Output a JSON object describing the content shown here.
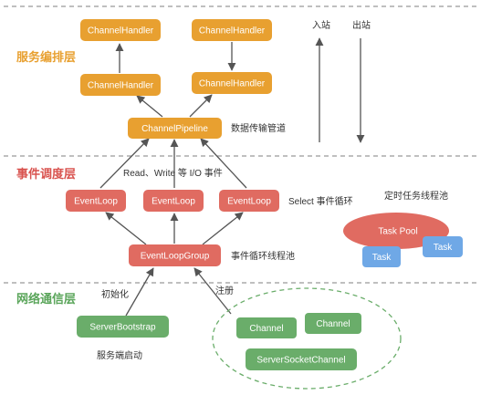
{
  "layers": {
    "service": "服务编排层",
    "event": "事件调度层",
    "network": "网络通信层"
  },
  "nodes": {
    "handler_top_left": "ChannelHandler",
    "handler_top_right": "ChannelHandler",
    "handler_mid_left": "ChannelHandler",
    "handler_mid_right": "ChannelHandler",
    "pipeline": "ChannelPipeline",
    "eventloop_1": "EventLoop",
    "eventloop_2": "EventLoop",
    "eventloop_3": "EventLoop",
    "eventloop_group": "EventLoopGroup",
    "server_bootstrap": "ServerBootstrap",
    "channel_1": "Channel",
    "channel_2": "Channel",
    "server_socket_channel": "ServerSocketChannel",
    "task_pool": "Task Pool",
    "task_1": "Task",
    "task_2": "Task"
  },
  "annotations": {
    "inbound": "入站",
    "outbound": "出站",
    "pipeline_desc": "数据传输管道",
    "io_events": "Read、Write 等 I/O 事件",
    "select_loop": "Select 事件循环",
    "timed_tasks": "定时任务线程池",
    "loop_thread_pool": "事件循环线程池",
    "init": "初始化",
    "register": "注册",
    "server_start": "服务端启动"
  },
  "colors": {
    "orange": "#e8a030",
    "red": "#e06b61",
    "green": "#6aad6a",
    "blue": "#6fa8e6",
    "service_title": "#e8a030",
    "event_title": "#d9534f",
    "network_title": "#5aa55a"
  }
}
